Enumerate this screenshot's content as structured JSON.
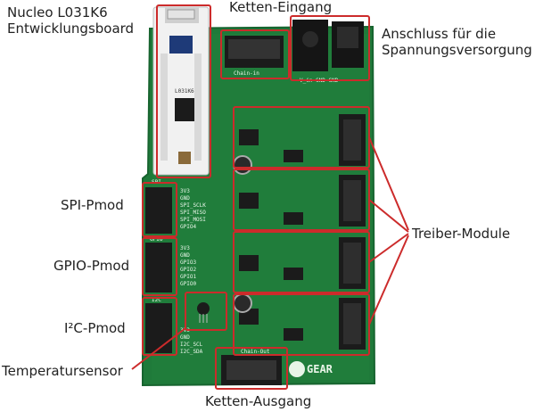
{
  "colors": {
    "pcb": "#1f7a3a",
    "pcb_dark": "#17642f",
    "highlight": "#cc2b2b",
    "connector": "#1b1b1b",
    "nucleo": "#f1f1f1"
  },
  "labels": {
    "nucleo_line1": "Nucleo L031K6",
    "nucleo_line2": "Entwicklungsboard",
    "chain_in": "Ketten-Eingang",
    "power_line1": "Anschluss für die",
    "power_line2": "Spannungsversorgung",
    "spi": "SPI-Pmod",
    "gpio": "GPIO-Pmod",
    "i2c": "I²C-Pmod",
    "temp_sensor": "Temperatursensor",
    "driver_modules": "Treiber-Module",
    "chain_out": "Ketten-Ausgang"
  },
  "pcb_silkscreen": {
    "chain_in": "Chain-in",
    "chain_out": "Chain-Out",
    "gear": "GEAR",
    "spi": "SPI",
    "gpio": "GPIO",
    "i2c": "I2C",
    "spi_pins": [
      "3V3",
      "GND",
      "SPI_SCLK",
      "SPI_MISO",
      "SPI_MOSI",
      "GPIO4"
    ],
    "gpio_pins": [
      "3V3",
      "GND",
      "GPIO3",
      "GPIO2",
      "GPIO1",
      "GPIO0"
    ],
    "i2c_pins": [
      "3V3",
      "GND",
      "I2C_SCL",
      "I2C_SDA"
    ],
    "nucleo_chip": "L031K6",
    "power_pins": "V_in  GND  GND"
  }
}
